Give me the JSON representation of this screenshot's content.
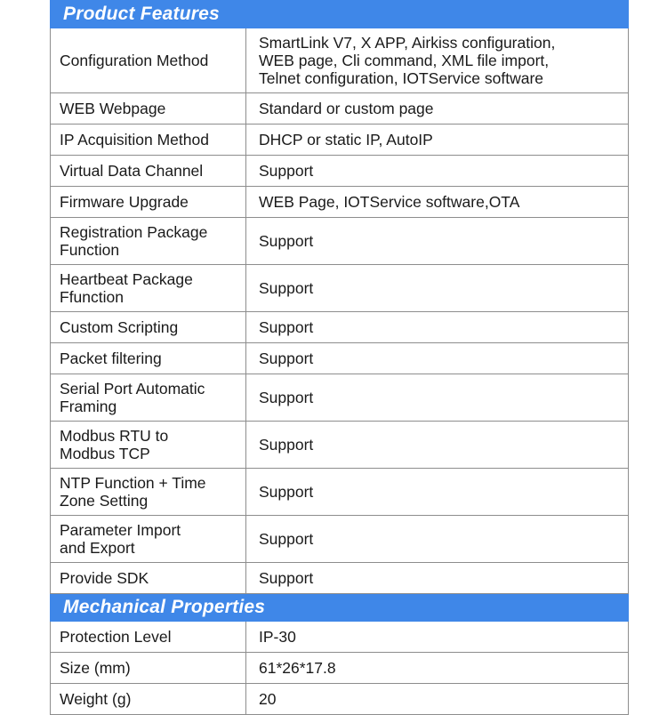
{
  "document": {
    "kind": "product-specification-table",
    "accent_color": "#3f87e8",
    "header_text_color": "#ffffff",
    "body_text_color": "#1a1a1a",
    "border_color": "#8d8d8d",
    "background_color": "#ffffff"
  },
  "table": {
    "sections": [
      {
        "title": "Product Features",
        "rows": [
          {
            "label": [
              "Configuration Method"
            ],
            "value": [
              "SmartLink V7, X APP, Airkiss configuration,",
              "WEB page, Cli command, XML file import,",
              "Telnet configuration, IOTService software"
            ]
          },
          {
            "label": [
              "WEB Webpage"
            ],
            "value": [
              "Standard or custom page"
            ]
          },
          {
            "label": [
              "IP Acquisition Method"
            ],
            "value": [
              "DHCP or static IP, AutoIP"
            ]
          },
          {
            "label": [
              "Virtual Data Channel"
            ],
            "value": [
              "Support"
            ]
          },
          {
            "label": [
              "Firmware Upgrade"
            ],
            "value": [
              "WEB Page, IOTService software,OTA"
            ]
          },
          {
            "label": [
              "Registration Package",
              "Function"
            ],
            "value": [
              "Support"
            ]
          },
          {
            "label": [
              "Heartbeat Package",
              "Ffunction"
            ],
            "value": [
              "Support"
            ]
          },
          {
            "label": [
              "Custom Scripting"
            ],
            "value": [
              "Support"
            ]
          },
          {
            "label": [
              "Packet filtering"
            ],
            "value": [
              "Support"
            ]
          },
          {
            "label": [
              "Serial Port Automatic",
              "Framing"
            ],
            "value": [
              "Support"
            ]
          },
          {
            "label": [
              "Modbus RTU to",
              "Modbus TCP"
            ],
            "value": [
              "Support"
            ]
          },
          {
            "label": [
              "NTP Function + Time",
              "Zone Setting"
            ],
            "value": [
              "Support"
            ]
          },
          {
            "label": [
              "Parameter Import",
              "and Export"
            ],
            "value": [
              "Support"
            ]
          },
          {
            "label": [
              "Provide SDK"
            ],
            "value": [
              "Support"
            ]
          }
        ]
      },
      {
        "title": "Mechanical Properties",
        "rows": [
          {
            "label": [
              "Protection Level"
            ],
            "value": [
              "IP-30"
            ]
          },
          {
            "label": [
              "Size (mm)"
            ],
            "value": [
              "61*26*17.8"
            ]
          },
          {
            "label": [
              "Weight (g)"
            ],
            "value": [
              "20"
            ]
          }
        ]
      }
    ]
  }
}
